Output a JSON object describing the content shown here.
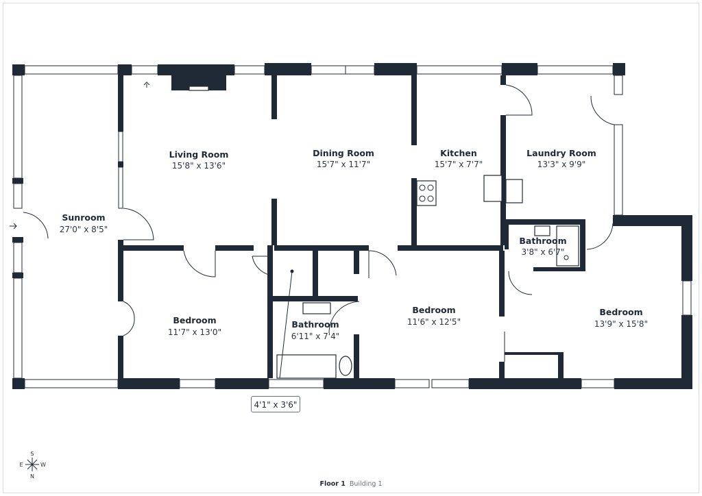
{
  "rooms": [
    {
      "name": "Sunroom",
      "dims": "27'0\" x 8'5\""
    },
    {
      "name": "Living Room",
      "dims": "15'8\" x 13'6\""
    },
    {
      "name": "Dining Room",
      "dims": "15'7\" x 11'7\""
    },
    {
      "name": "Kitchen",
      "dims": "15'7\" x 7'7\""
    },
    {
      "name": "Laundry Room",
      "dims": "13'3\" x 9'9\""
    },
    {
      "name": "Bathroom",
      "dims": "3'8\" x 6'7\""
    },
    {
      "name": "Bedroom",
      "dims": "11'7\" x 13'0\""
    },
    {
      "name": "Bathroom",
      "dims": "6'11\" x 7'4\""
    },
    {
      "name": "Bedroom",
      "dims": "11'6\" x 12'5\""
    },
    {
      "name": "Bedroom",
      "dims": "13'9\" x 15'8\""
    }
  ],
  "callout": {
    "dims": "4'1\" x 3'6\""
  },
  "compass": {
    "n": "N",
    "s": "S",
    "e": "E",
    "w": "W"
  },
  "footer": {
    "floor": "Floor 1",
    "building": "Building 1"
  },
  "colors": {
    "wall": "#1f2a36",
    "background": "#ffffff"
  }
}
